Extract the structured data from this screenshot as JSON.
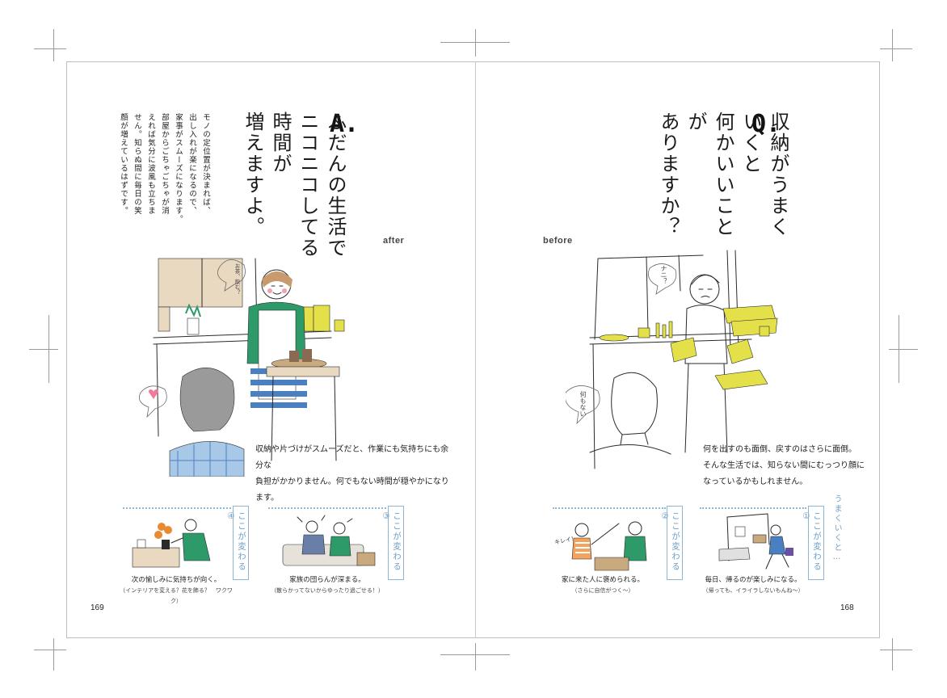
{
  "left_page": {
    "letter": "A.",
    "heading": [
      "ふだんの生活で",
      "ニコニコしてる時間が",
      "増えますよ。"
    ],
    "body": [
      "モノの定位置が決まれば、",
      "出し入れが楽になるので、",
      "家事がスムーズになります。",
      "部屋からごちゃごちゃが消",
      "えれば気分に波風も立ちま",
      "せん。知らぬ間に毎日の笑",
      "顔が増えているはずです。"
    ],
    "label": "after",
    "caption": [
      "収納や片づけがスムーズだと、作業にも気持ちにも余分な",
      "負担がかかりません。何でもない時間が穏やかになります。"
    ],
    "bubble_text": "お茶、飲む？",
    "changes": [
      {
        "tag": "ここが変わる④",
        "line1": "次の愉しみに気持ちが向く。",
        "line2": "（インテリアを変える？花を飾る？　ワクワク）"
      },
      {
        "tag": "ここが変わる③",
        "line1": "家族の団らんが深まる。",
        "line2": "（散らかってないからゆったり過ごせる！）"
      }
    ],
    "page_number": "169"
  },
  "right_page": {
    "letter": "Q.",
    "heading": [
      "収納がうまくいくと",
      "何かいいことが",
      "ありますか？"
    ],
    "label": "before",
    "caption": [
      "何を出すのも面倒、戻すのはさらに面倒。",
      "そんな生活では、知らない間にむっつり顔に",
      "なっているかもしれません。"
    ],
    "bubble_text_1": "ナニ？",
    "bubble_text_2": "何もない",
    "kire_text": "キレイ！",
    "changes_header": "うまくいくと…",
    "changes": [
      {
        "tag": "ここが変わる②",
        "line1": "家に来た人に褒められる。",
        "line2": "（さらに自信がつく～）"
      },
      {
        "tag": "ここが変わる①",
        "line1": "毎日、帰るのが楽しみになる。",
        "line2": "（帰っても、イライラしないもんね～）"
      }
    ],
    "page_number": "168"
  },
  "colors": {
    "border": "#bdbdbd",
    "accent_blue": "#8db6d6",
    "accent_green": "#2e9a6a",
    "accent_yellow": "#e4e04a",
    "wood": "#e9d9c0",
    "stripe_blue": "#4a7fc1"
  }
}
